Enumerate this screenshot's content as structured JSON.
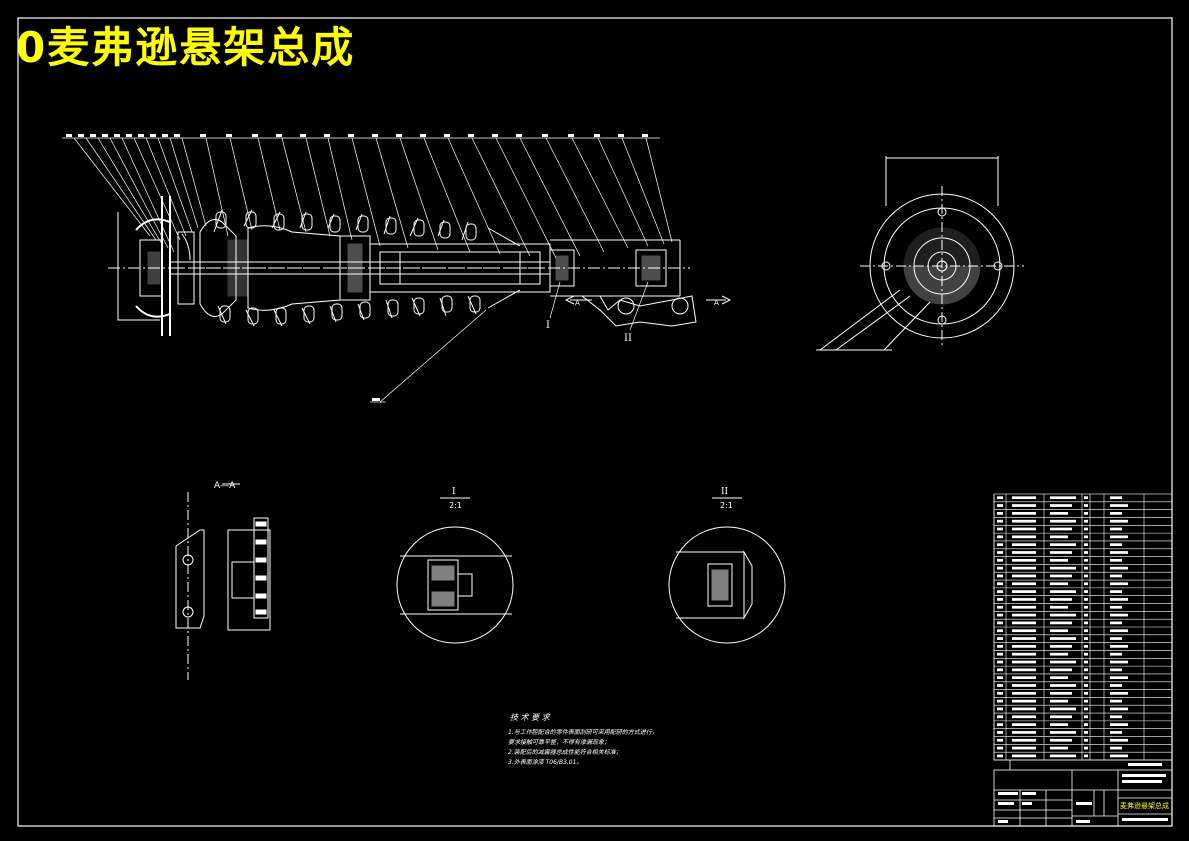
{
  "header": {
    "title": "0麦弗逊悬架总成"
  },
  "views": {
    "section_label": "A—A",
    "detail_1_label": "I",
    "detail_1_scale": "2:1",
    "detail_2_label": "II",
    "detail_2_scale": "2:1",
    "callout_i": "I",
    "callout_ii": "II",
    "section_arrow_left": "A",
    "section_arrow_right": "A"
  },
  "tech_requirements": {
    "heading": "技 术 要 求",
    "lines": [
      "1.与工作腔配合的零件表面刮研可采用配研的方式进行，",
      "  要求接触可靠平整，不得有渗漏现象；",
      "2.装配后的减震器总成性能符合相关标准；",
      "3.外表面涂漆 T06/B3.01。"
    ]
  },
  "title_block": {
    "drawing_name": "麦弗逊悬架总成",
    "colors": {
      "line": "#ffffff",
      "title": "#ffff00",
      "background": "#000000"
    }
  }
}
